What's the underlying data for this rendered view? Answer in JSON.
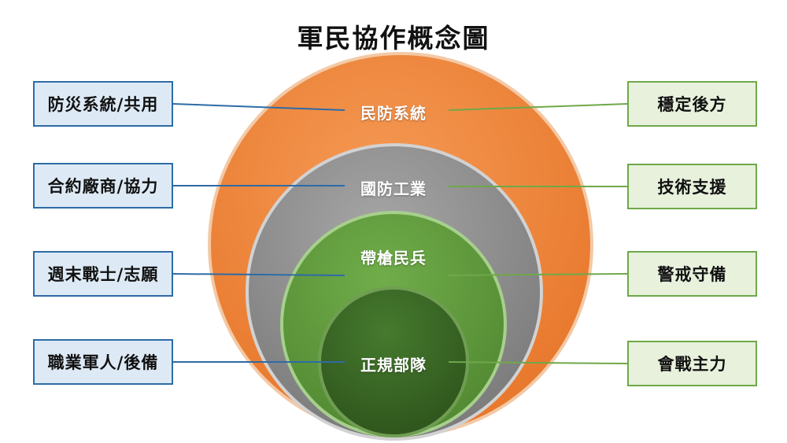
{
  "title": "軍民協作概念圖",
  "colors": {
    "outer": "#ef8436",
    "second": "#8c8c8c",
    "third": "#5f9a3c",
    "inner": "#3c6a26",
    "left_line": "#2e6ba6",
    "right_line": "#6fa84a"
  },
  "rings": [
    {
      "label": "民防系統",
      "left": "防災系統/共用",
      "right": "穩定後方"
    },
    {
      "label": "國防工業",
      "left": "合約廠商/協力",
      "right": "技術支援"
    },
    {
      "label": "帶槍民兵",
      "left": "週末戰士/志願",
      "right": "警戒守備"
    },
    {
      "label": "正規部隊",
      "left": "職業軍人/後備",
      "right": "會戰主力"
    }
  ]
}
